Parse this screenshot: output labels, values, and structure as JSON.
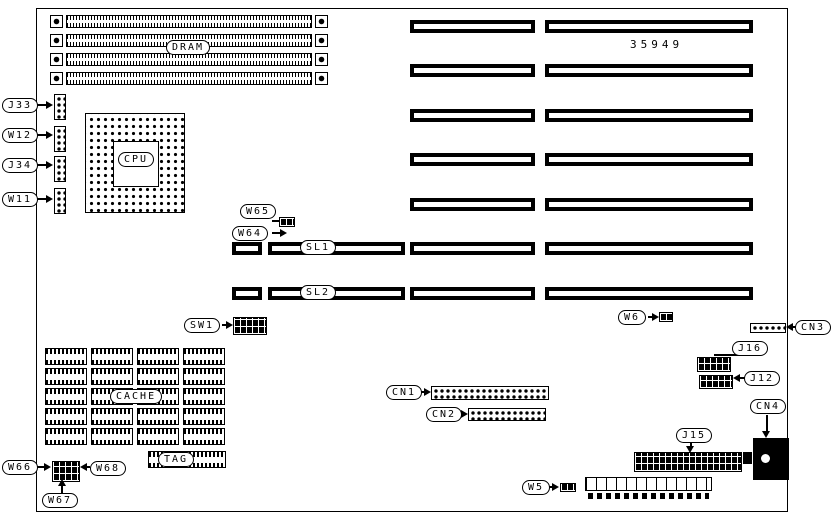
{
  "diagram": {
    "part_number": "35949",
    "labels": {
      "dram": "DRAM",
      "cpu": "CPU",
      "cache": "CACHE",
      "tag": "TAG",
      "sl1": "SL1",
      "sl2": "SL2",
      "sw1": "SW1",
      "cn1": "CN1",
      "cn2": "CN2",
      "cn3": "CN3",
      "cn4": "CN4",
      "j12": "J12",
      "j15": "J15",
      "j16": "J16",
      "j33": "J33",
      "j34": "J34",
      "w5": "W5",
      "w6": "W6",
      "w11": "W11",
      "w12": "W12",
      "w64": "W64",
      "w65": "W65",
      "w66": "W66",
      "w67": "W67",
      "w68": "W68"
    }
  }
}
